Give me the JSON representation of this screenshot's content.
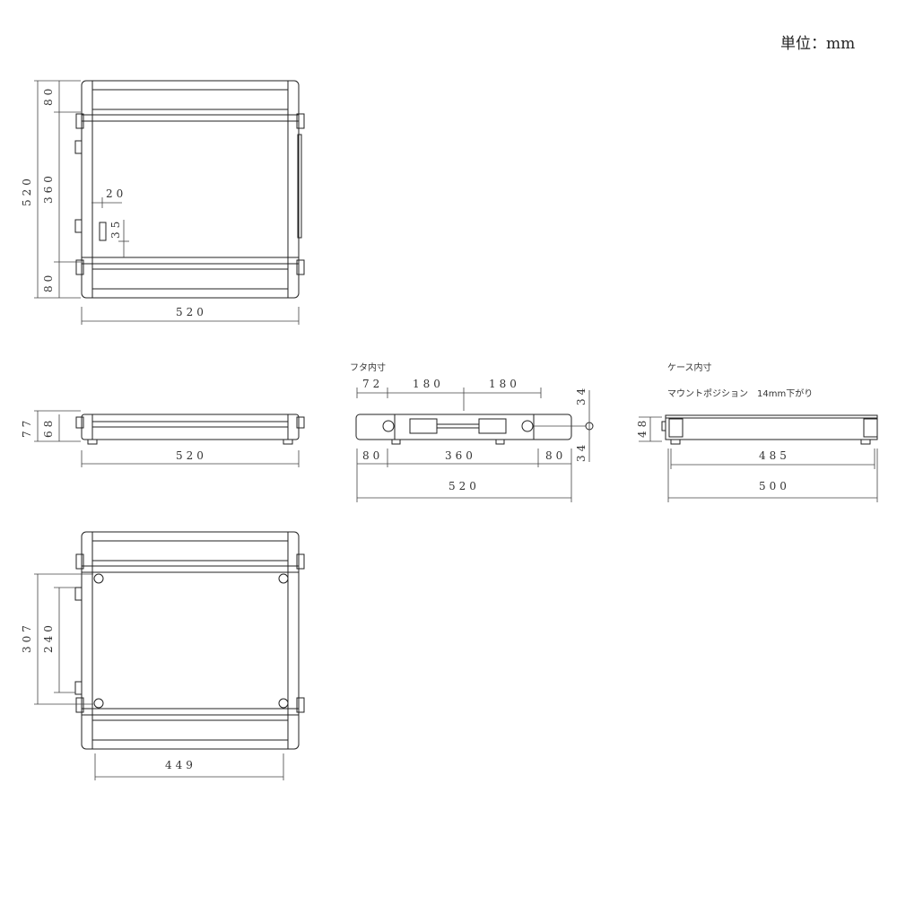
{
  "unit_label": "単位：mm",
  "top_view": {
    "overall_height": "520",
    "top_band": "80",
    "middle": "360",
    "bottom_band": "80",
    "handle_offset_x": "20",
    "handle_offset_y": "35",
    "overall_width": "520"
  },
  "side_view": {
    "outer_height": "77",
    "inner_height": "68",
    "width": "520"
  },
  "lid_view": {
    "title": "フタ内寸",
    "seg1": "72",
    "seg2": "180",
    "seg3": "180",
    "depth_top": "34",
    "depth_bottom": "34",
    "band_left": "80",
    "center": "360",
    "band_right": "80",
    "width": "520"
  },
  "case_view": {
    "title": "ケース内寸",
    "mount_note": "マウントポジション　14mm下がり",
    "height": "48",
    "inner_width": "485",
    "width": "500"
  },
  "bottom_view": {
    "outer_span": "307",
    "inner_span": "240",
    "width": "449"
  }
}
